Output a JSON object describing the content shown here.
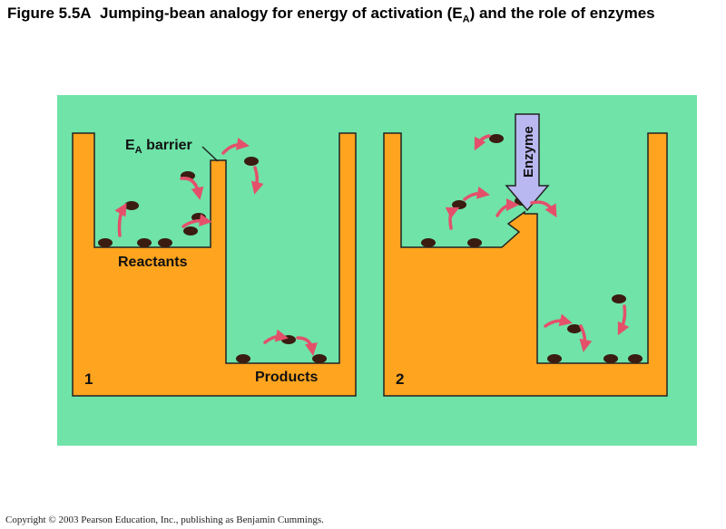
{
  "title": {
    "prefix": "Figure 5.5A",
    "text_before_sub": "Jumping-bean analogy for energy of activation (E",
    "subscript": "A",
    "text_after_sub": ") and the role of enzymes"
  },
  "panel1": {
    "number": "1",
    "barrier_main": "E",
    "barrier_sub": "A",
    "barrier_rest": " barrier",
    "reactants": "Reactants",
    "products": "Products"
  },
  "panel2": {
    "number": "2",
    "enzyme": "Enzyme"
  },
  "copyright": "Copyright © 2003 Pearson Education, Inc., publishing as Benjamin Cummings.",
  "colors": {
    "background": "#6fe3a8",
    "container": "#ffa41f",
    "outline": "#222222",
    "bean": "#3a1c10",
    "arrow": "#e4506a",
    "enzyme": "#b9b8f0"
  }
}
